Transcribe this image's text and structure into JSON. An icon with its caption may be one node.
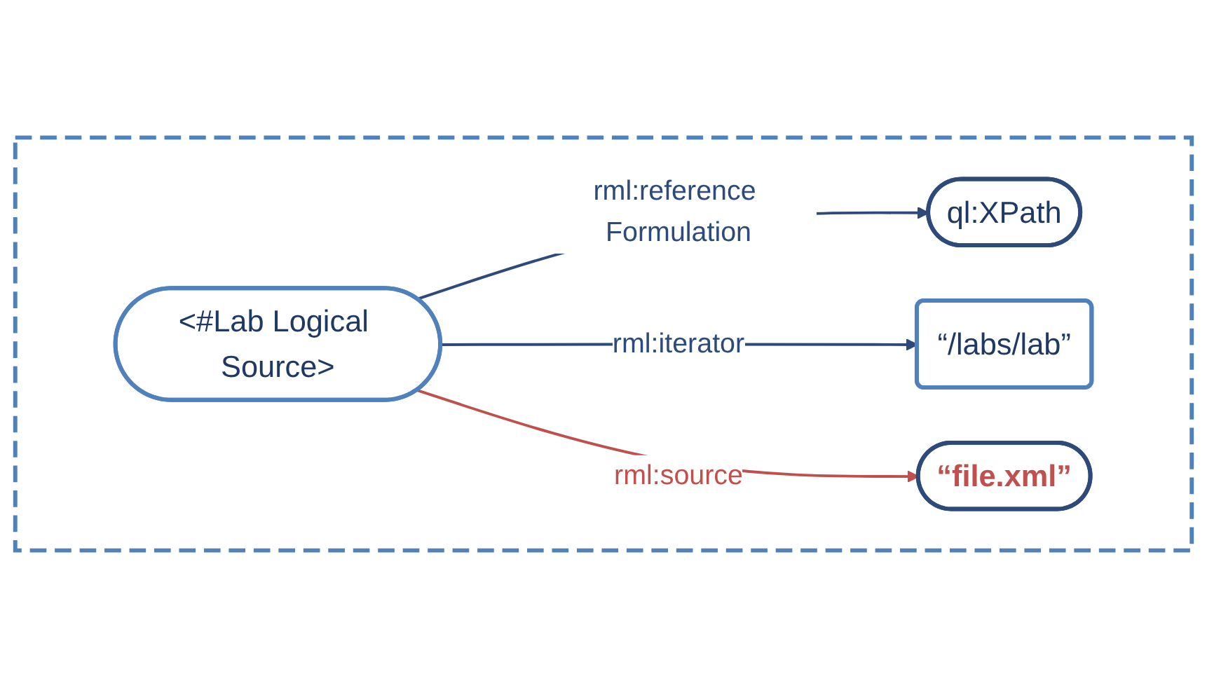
{
  "diagram": {
    "nodes": [
      {
        "text": [],
        "shape": "box"
      },
      {
        "text": [
          "<#Lab Logical Source>"
        ],
        "in": 0
      },
      {
        "text": [
          "ql:XPath"
        ],
        "in": 0
      },
      {
        "text": [
          "“/labs/lab”"
        ],
        "in": 0
      },
      {
        "text": [
          "“file.xml”"
        ],
        "in": 0
      }
    ],
    "edges": [
      {
        "from": 1,
        "to": 2,
        "arrow": "to",
        "label": "rml:reference Formulation"
      },
      {
        "from": 1,
        "to": 3,
        "arrow": "to",
        "label": "rml:iterator"
      },
      {
        "from": 1,
        "to": 4,
        "arrow": "to",
        "label": "rml:source",
        "color": "#c0504d"
      }
    ]
  }
}
